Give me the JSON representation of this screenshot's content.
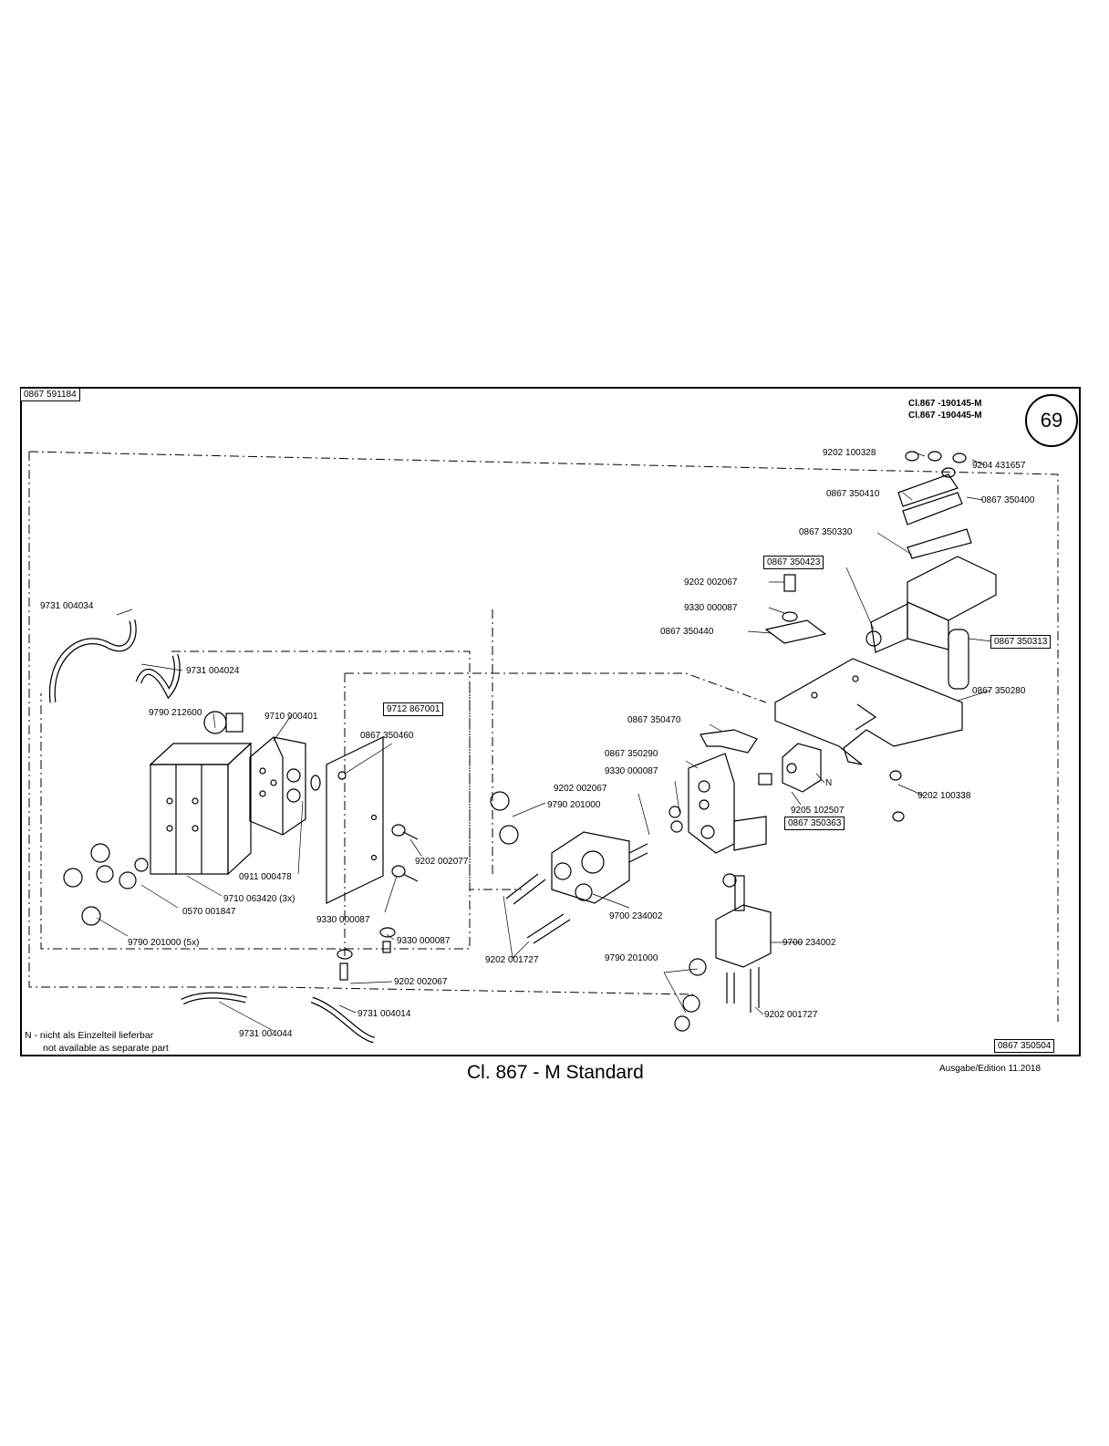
{
  "sheet": {
    "drawing_number": "0867 591184",
    "class_lines": [
      "Cl.867 -190145-M",
      "Cl.867 -190445-M"
    ],
    "page_number": "69",
    "caption": "Cl. 867 - M Standard",
    "edition": "Ausgabe/Edition   11.2018",
    "legend": {
      "line1": "N - nicht als Einzelteil lieferbar",
      "line2": "not available as separate part"
    },
    "footer_box": "0867 350504"
  },
  "parts": {
    "p1": "9202 100328",
    "p2": "9204 431657",
    "p3": "0867 350410",
    "p4": "0867 350400",
    "p5": "0867 350330",
    "p6": "0867 350423",
    "p7": "9202 002067",
    "p8": "9330 000087",
    "p9": "0867 350440",
    "p10": "0867 350313",
    "p11": "0867 350280",
    "p12": "9731 004034",
    "p13": "9731 004024",
    "p14": "9790 212600",
    "p15": "9710 900401",
    "p16": "9712 867001",
    "p17": "0867 350460",
    "p18": "0867 350470",
    "p19": "0867 350290",
    "p20": "9330 000087",
    "p21": "9202 002067",
    "p22": "9790 201000",
    "p23": "N",
    "p24": "9202 100338",
    "p25": "9205 102507",
    "p26": "0867 350363",
    "p27": "0911 000478",
    "p28": "9202 002077",
    "p29": "9710 063420 (3x)",
    "p30": "0570 001847",
    "p31": "9330 000087",
    "p32": "9330 000087",
    "p33": "9700 234002",
    "p34": "9700 234002",
    "p35": "9790 201000 (5x)",
    "p36": "9202 001727",
    "p37": "9790 201000",
    "p38": "9202 002067",
    "p39": "9731 004014",
    "p40": "9202 001727",
    "p41": "9731 004044"
  }
}
